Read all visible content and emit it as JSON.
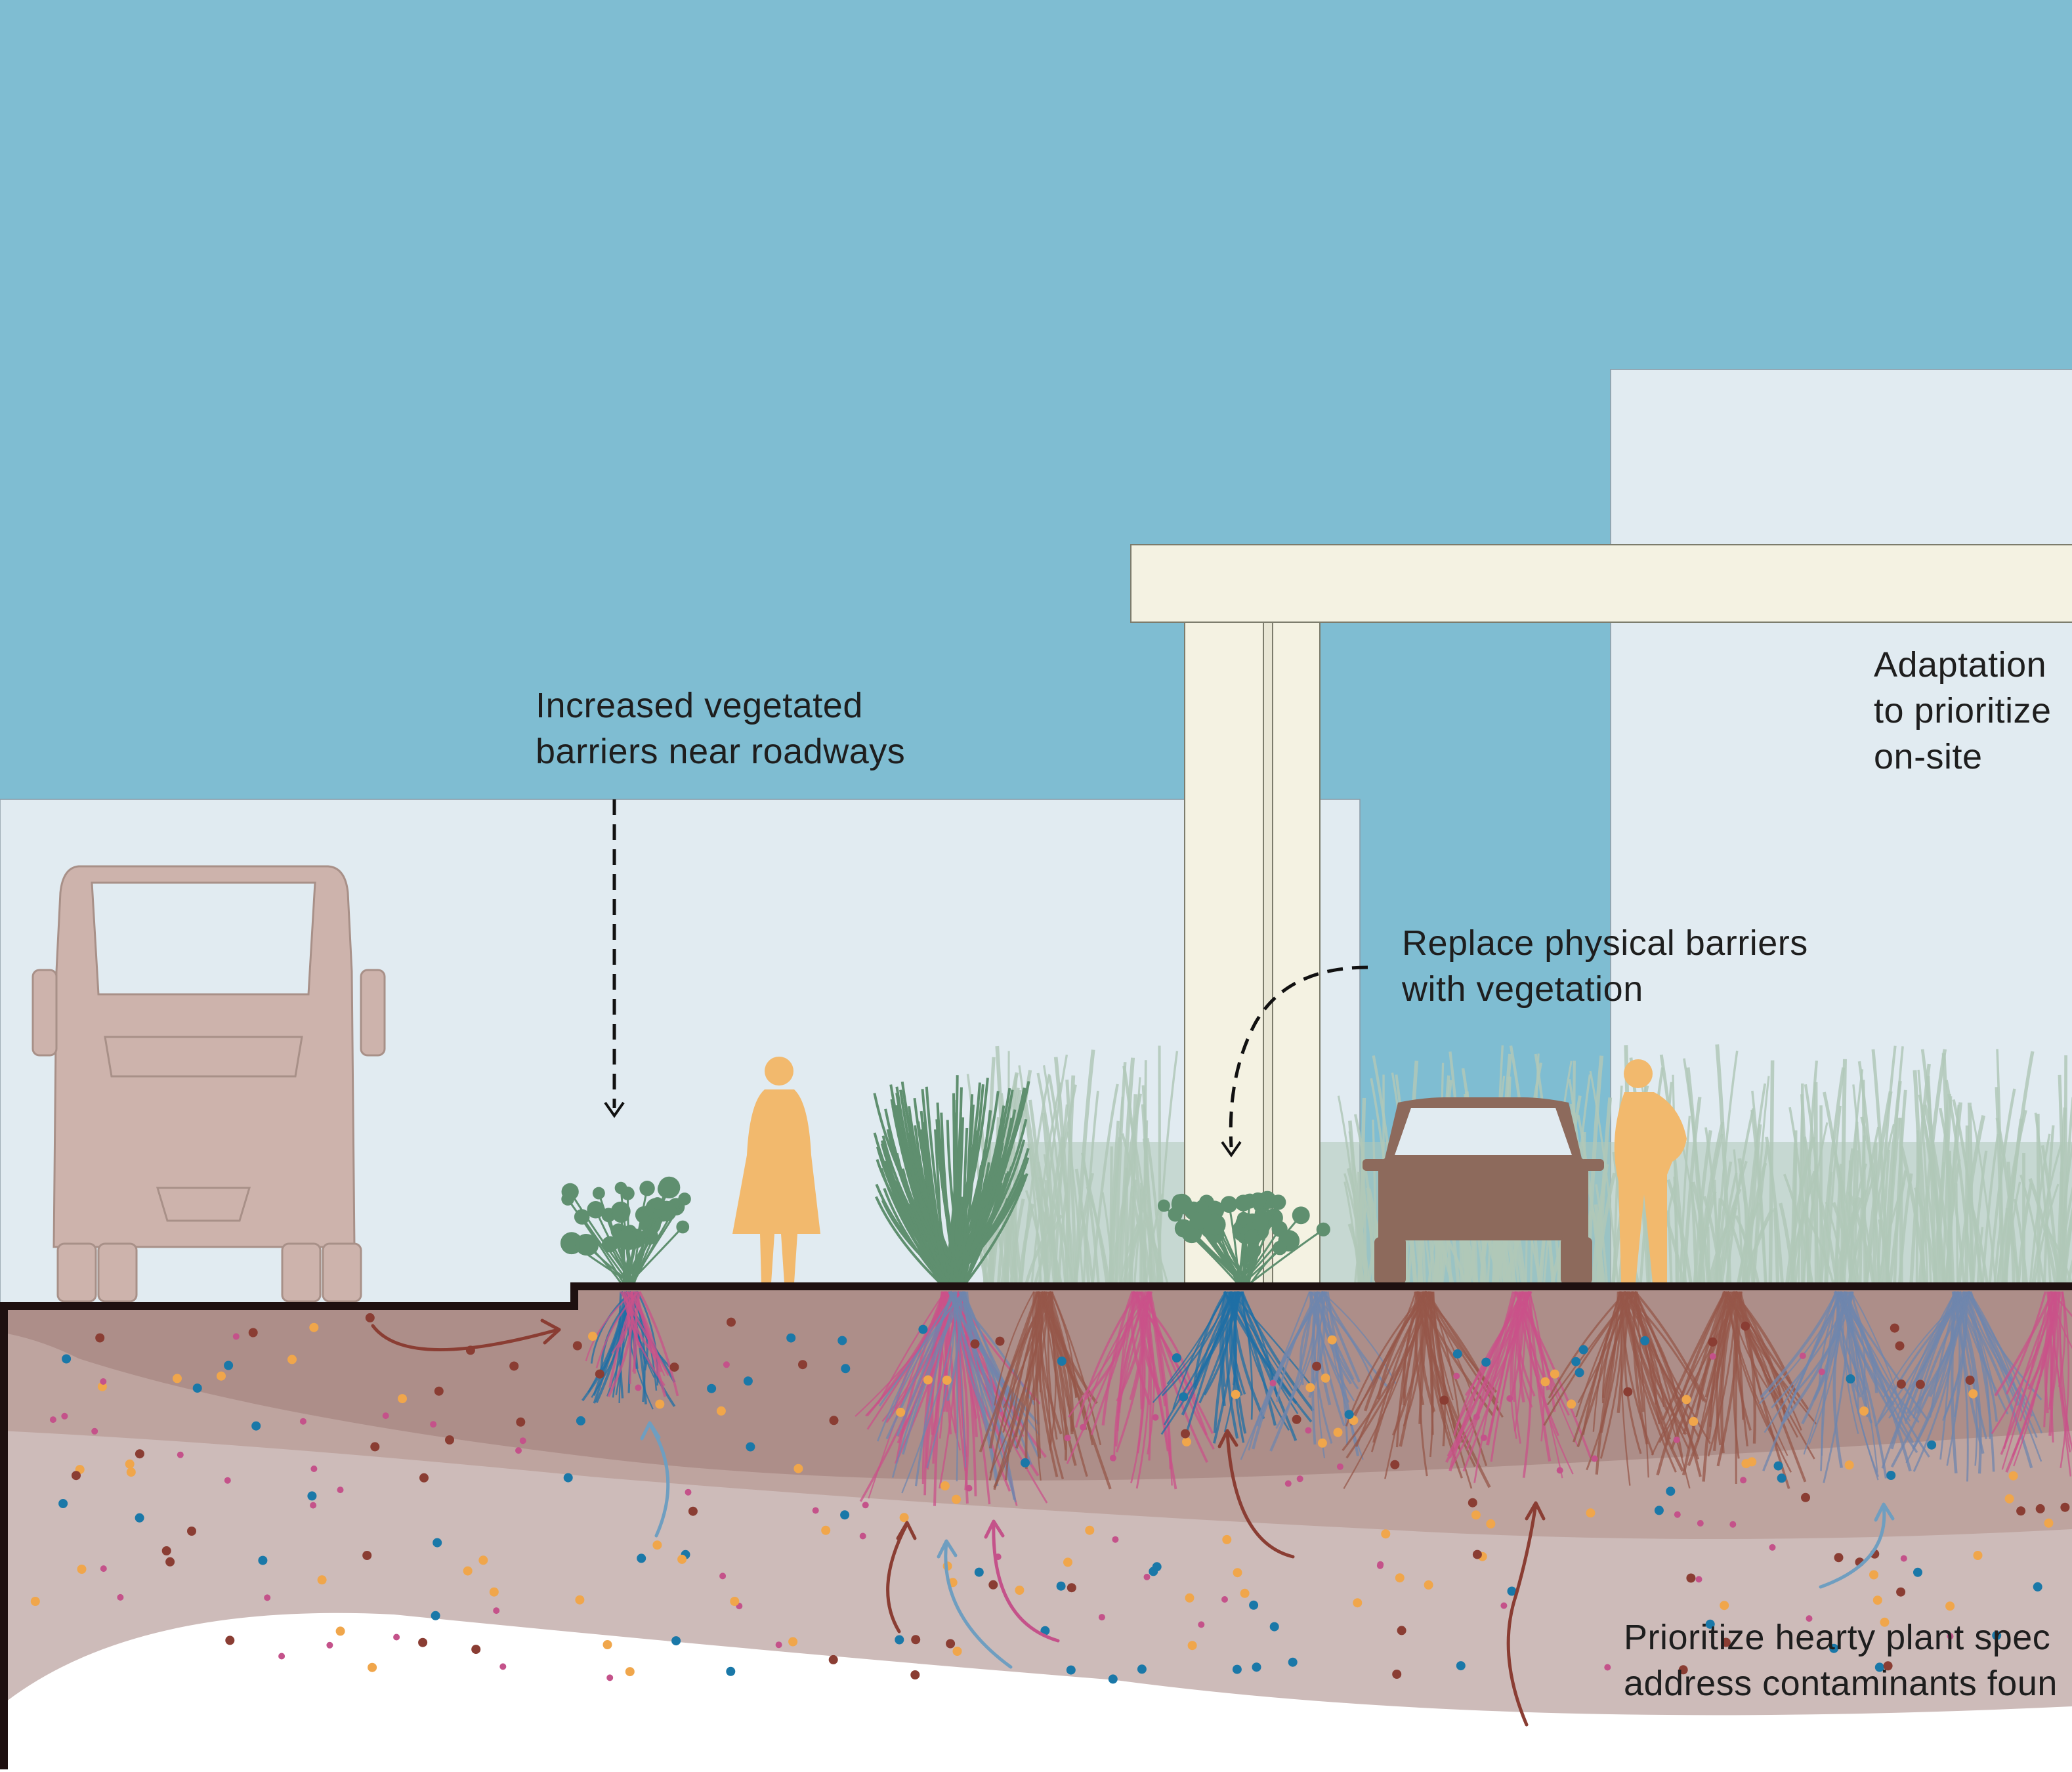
{
  "colors": {
    "sky": "#7fbdd2",
    "wall": "#e1ebf1",
    "beam": "#f4f2e2",
    "soil_top": "#ad8e89",
    "soil_mid": "#bea49f",
    "soil_low": "#cdbbb9",
    "soil_edge": "#1e1010",
    "bus": "#cdb3ac",
    "person": "#f2b96d",
    "car": "#8d6a5c",
    "plant_green": "#5f8f6f",
    "grass_pale": "#b0c8b8",
    "root_blue": "#1f6fa5",
    "root_pink": "#c9528a",
    "root_brown": "#96574a",
    "root_slate": "#6f86ad",
    "dot_orange": "#f0a64b",
    "dot_blue": "#1a78a8",
    "dot_pink": "#c4528a",
    "dot_brown": "#8a3d33",
    "arrow_brown": "#8a3d33",
    "arrow_blue": "#6f9ec0",
    "arrow_pink": "#c4528a"
  },
  "annotations": {
    "vegetated_barriers": {
      "line1": "Increased vegetated",
      "line2": "barriers near roadways"
    },
    "replace_barriers": {
      "line1": "Replace physical barriers",
      "line2": "with vegetation"
    },
    "adaptation": {
      "line1": "Adaptation",
      "line2": "to prioritize",
      "line3": "on-site"
    },
    "hearty_plants": {
      "line1": "Prioritize hearty plant spec",
      "line2": "address contaminants foun"
    }
  }
}
